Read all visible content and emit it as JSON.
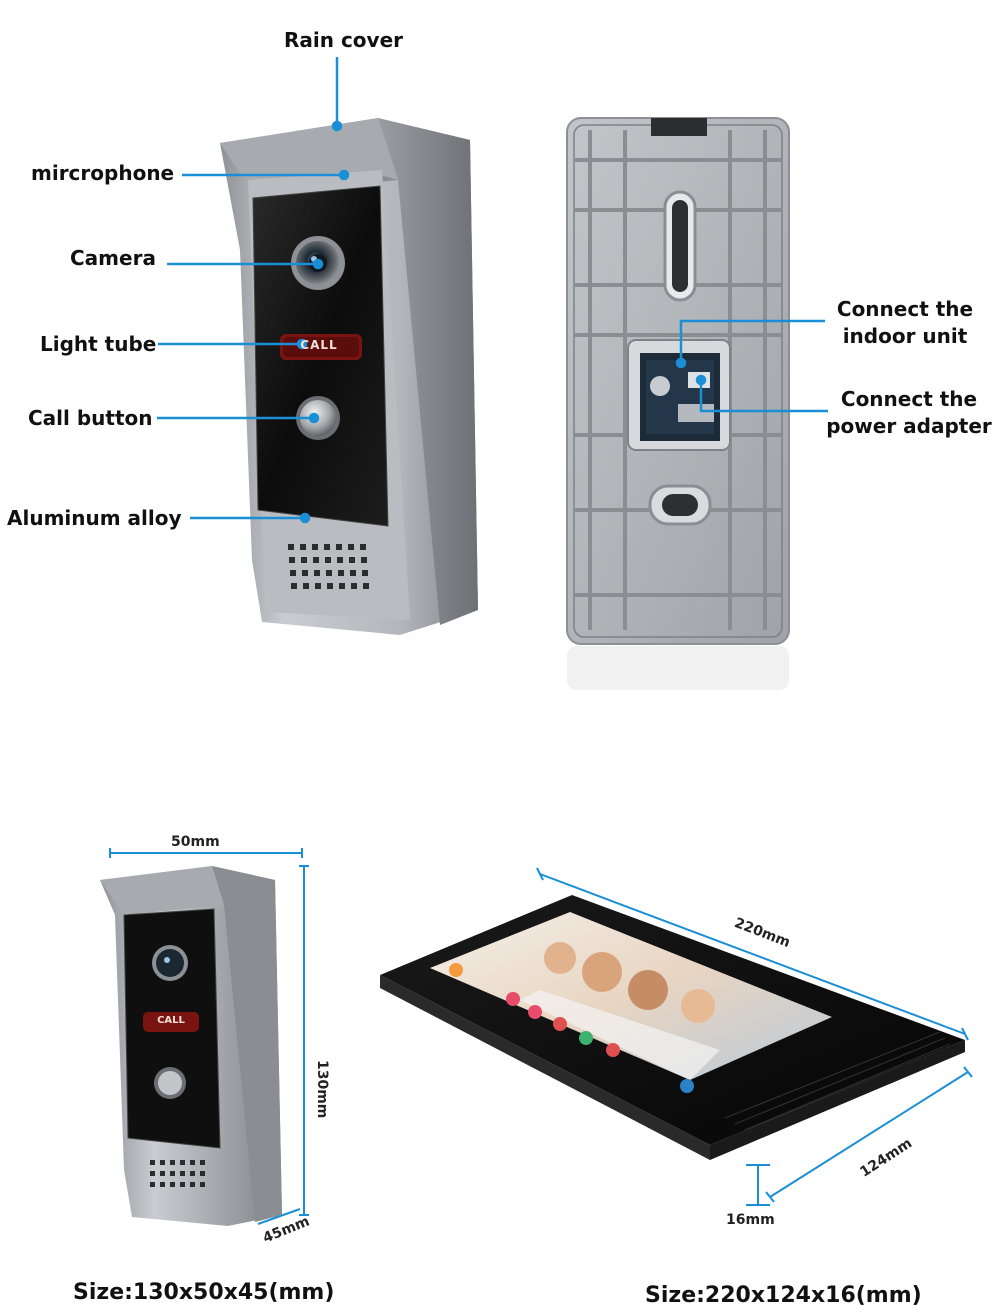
{
  "callouts": {
    "rain_cover": "Rain cover",
    "microphone": "mircrophone",
    "camera": "Camera",
    "light_tube": "Light tube",
    "call_button": "Call button",
    "aluminum_alloy": "Aluminum alloy",
    "connect_indoor_line1": "Connect the",
    "connect_indoor_line2": "indoor unit",
    "connect_power_line1": "Connect the",
    "connect_power_line2": "power adapter"
  },
  "badge_text": "CALL",
  "dimensions": {
    "outdoor_width": "50mm",
    "outdoor_height": "130mm",
    "outdoor_depth": "45mm",
    "monitor_width": "220mm",
    "monitor_height": "124mm",
    "monitor_depth": "16mm"
  },
  "sizes": {
    "outdoor": "Size:130x50x45(mm)",
    "monitor": "Size:220x124x16(mm)"
  },
  "colors": {
    "callout_line": "#1a8fd6",
    "housing": "#b8bcc0",
    "panel": "#151515",
    "call_badge": "#7a1410"
  },
  "icons": [
    "settings-icon",
    "camera-icon",
    "monitor-icon",
    "intercom-icon",
    "message-icon",
    "phone-icon",
    "close-icon"
  ]
}
